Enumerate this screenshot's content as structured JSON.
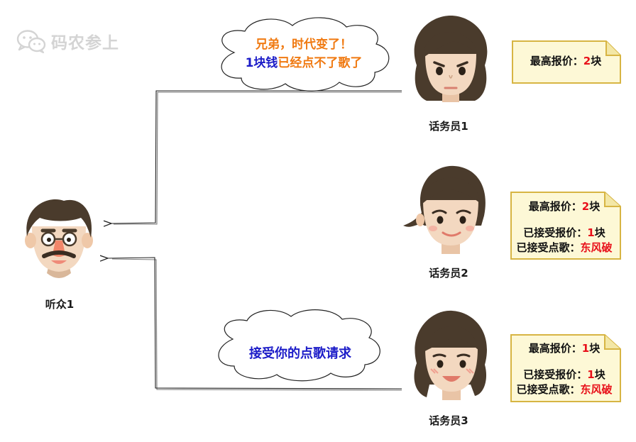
{
  "watermark": {
    "icon": "wechat-icon",
    "text": "码农参上",
    "color": "#d4d4d4"
  },
  "listener": {
    "label": "听众1"
  },
  "operators": [
    {
      "label": "话务员1",
      "note": {
        "price_label": "最高报价：",
        "price_value": "2",
        "price_unit": "块"
      }
    },
    {
      "label": "话务员2",
      "note": {
        "price_label": "最高报价：",
        "price_value": "2",
        "price_unit": "块",
        "accepted_price_label": "已接受报价：",
        "accepted_price_value": "1",
        "accepted_price_unit": "块",
        "accepted_song_label": "已接受点歌：",
        "accepted_song_value": "东风破"
      }
    },
    {
      "label": "话务员3",
      "note": {
        "price_label": "最高报价：",
        "price_value": "1",
        "price_unit": "块",
        "accepted_price_label": "已接受报价：",
        "accepted_price_value": "1",
        "accepted_price_unit": "块",
        "accepted_song_label": "已接受点歌：",
        "accepted_song_value": "东风破"
      }
    }
  ],
  "bubbles": {
    "top": {
      "line1": "兄弟，时代变了！",
      "line2_a": "1块钱",
      "line2_b": "已经点不了歌了"
    },
    "bottom": {
      "text": "接受你的点歌请求"
    }
  },
  "colors": {
    "orange": "#f07a12",
    "blue": "#1c1cc8",
    "red": "#e8101a",
    "note_fill": "#fdf8d6",
    "note_border": "#d7b543",
    "hair": "#4a3b2c",
    "skin": "#f3d8c0"
  }
}
